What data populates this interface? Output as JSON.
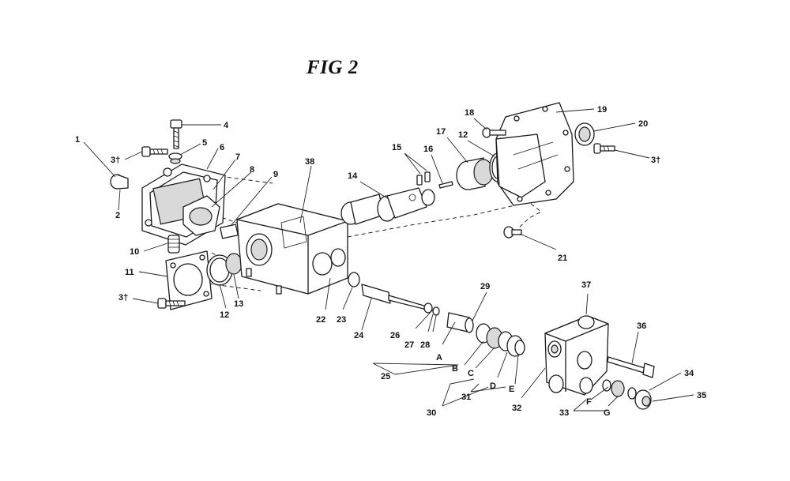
{
  "title": "FIG 2",
  "callouts": [
    {
      "id": "c1",
      "text": "1"
    },
    {
      "id": "c2",
      "text": "2"
    },
    {
      "id": "c3a",
      "text": "3†"
    },
    {
      "id": "c4",
      "text": "4"
    },
    {
      "id": "c5",
      "text": "5"
    },
    {
      "id": "c6",
      "text": "6"
    },
    {
      "id": "c7",
      "text": "7"
    },
    {
      "id": "c8",
      "text": "8"
    },
    {
      "id": "c9",
      "text": "9"
    },
    {
      "id": "c10",
      "text": "10"
    },
    {
      "id": "c11",
      "text": "11"
    },
    {
      "id": "c3b",
      "text": "3†"
    },
    {
      "id": "c12a",
      "text": "12"
    },
    {
      "id": "c13",
      "text": "13"
    },
    {
      "id": "c38",
      "text": "38"
    },
    {
      "id": "c14",
      "text": "14"
    },
    {
      "id": "c15",
      "text": "15"
    },
    {
      "id": "c16",
      "text": "16"
    },
    {
      "id": "c17",
      "text": "17"
    },
    {
      "id": "c12b",
      "text": "12"
    },
    {
      "id": "c18",
      "text": "18"
    },
    {
      "id": "c19",
      "text": "19"
    },
    {
      "id": "c20",
      "text": "20"
    },
    {
      "id": "c3c",
      "text": "3†"
    },
    {
      "id": "c21",
      "text": "21"
    },
    {
      "id": "c22",
      "text": "22"
    },
    {
      "id": "c23",
      "text": "23"
    },
    {
      "id": "c24",
      "text": "24"
    },
    {
      "id": "c26",
      "text": "26"
    },
    {
      "id": "c27",
      "text": "27"
    },
    {
      "id": "c28",
      "text": "28"
    },
    {
      "id": "c29",
      "text": "29"
    },
    {
      "id": "c25",
      "text": "25"
    },
    {
      "id": "cA",
      "text": "A"
    },
    {
      "id": "cB",
      "text": "B"
    },
    {
      "id": "cC",
      "text": "C"
    },
    {
      "id": "cD",
      "text": "D"
    },
    {
      "id": "cE",
      "text": "E"
    },
    {
      "id": "c31",
      "text": "31"
    },
    {
      "id": "c30",
      "text": "30"
    },
    {
      "id": "c32",
      "text": "32"
    },
    {
      "id": "c37",
      "text": "37"
    },
    {
      "id": "c36",
      "text": "36"
    },
    {
      "id": "c34",
      "text": "34"
    },
    {
      "id": "c35",
      "text": "35"
    },
    {
      "id": "cF",
      "text": "F"
    },
    {
      "id": "cG",
      "text": "G"
    },
    {
      "id": "c33",
      "text": "33"
    }
  ]
}
